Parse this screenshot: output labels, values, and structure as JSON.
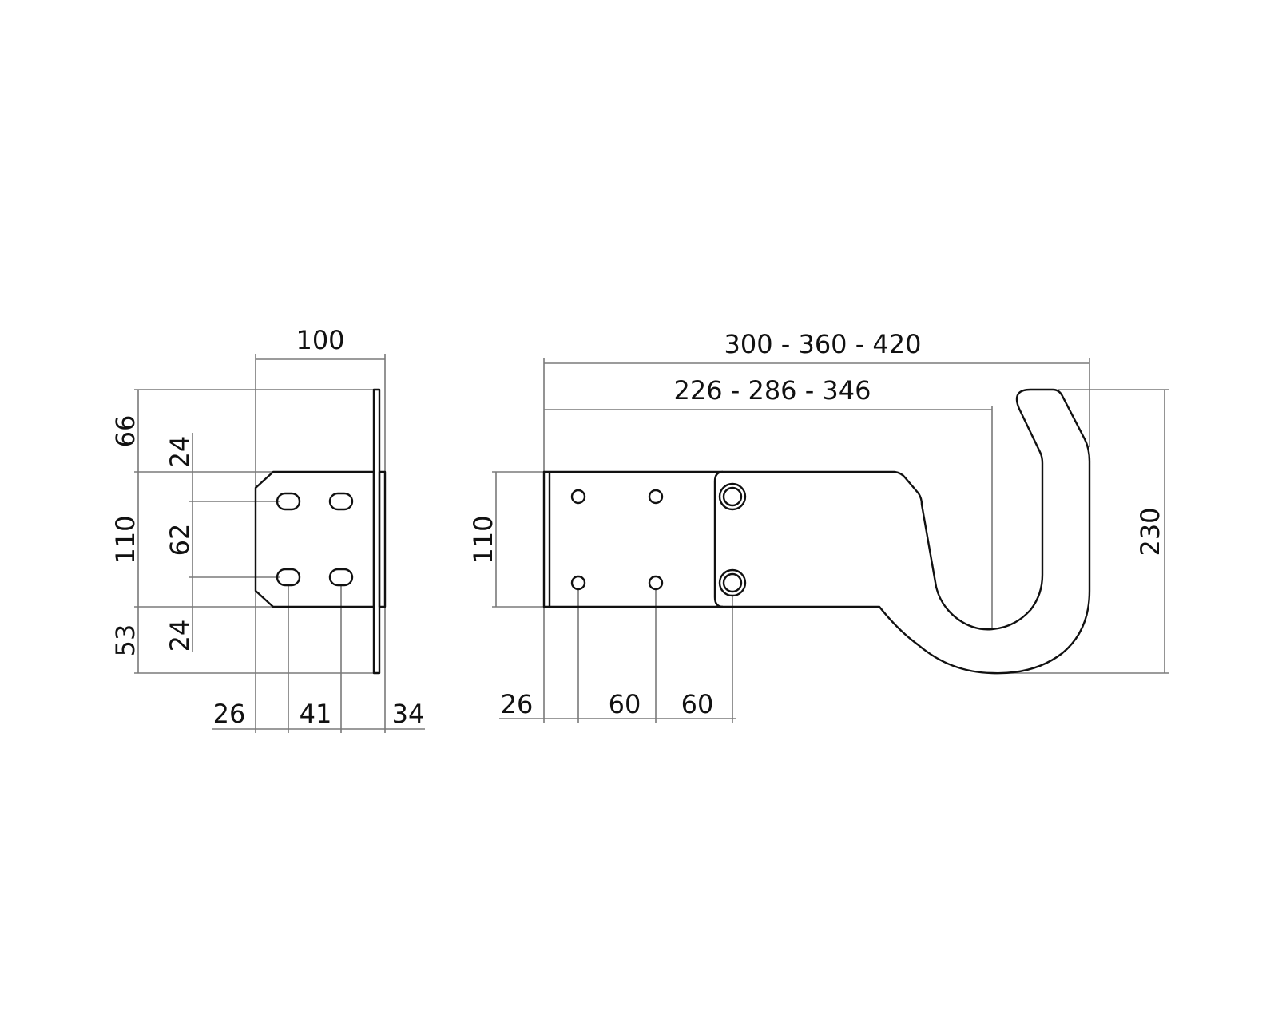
{
  "drawing": {
    "side_view": {
      "width": "100",
      "left_heights": [
        "66",
        "110",
        "53"
      ],
      "slot_spacing": [
        "24",
        "62",
        "24"
      ],
      "bottom": [
        "26",
        "41",
        "34"
      ]
    },
    "front_view": {
      "overall_length": "300 - 360 - 420",
      "hook_length": "226 - 286 - 346",
      "plate_height": "110",
      "hook_height": "230",
      "bottom": [
        "26",
        "60",
        "60"
      ]
    }
  }
}
